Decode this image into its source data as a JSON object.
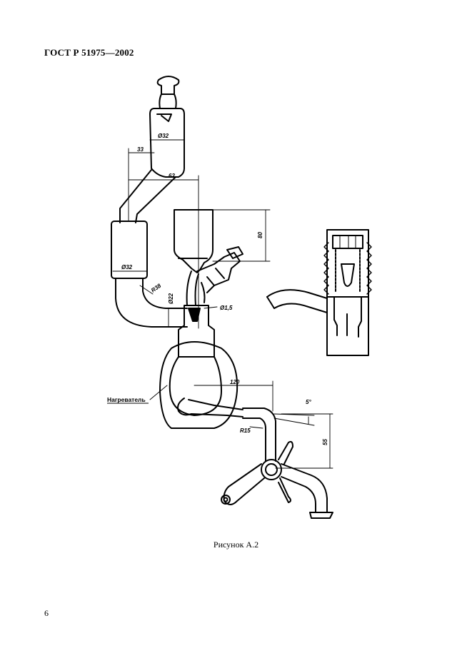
{
  "header": {
    "standard": "ГОСТ Р 51975—2002"
  },
  "figure": {
    "caption": "Рисунок А.2",
    "labels": {
      "heater": "Нагреватель",
      "d32_top": "Ø32",
      "d33": "33",
      "d62": "62",
      "d80": "80",
      "d32_mid": "Ø32",
      "r38": "R38",
      "d22": "Ø22",
      "d1_5": "Ø1,5",
      "d120": "120",
      "d5deg": "5°",
      "r15": "R15",
      "d55": "55"
    }
  },
  "footer": {
    "page_number": "6"
  }
}
